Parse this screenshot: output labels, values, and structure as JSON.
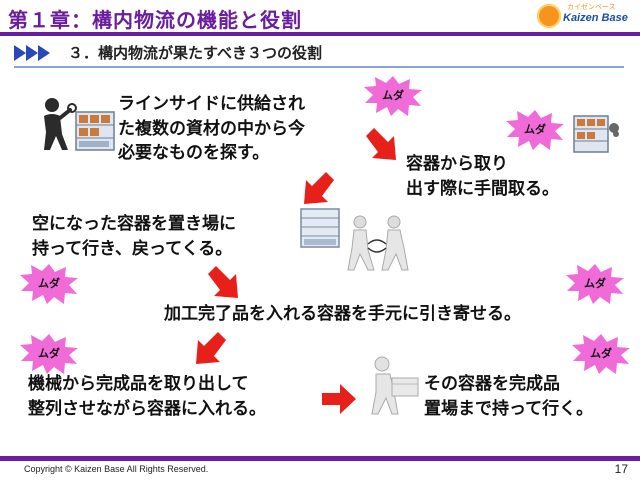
{
  "header": {
    "title": "第１章：構内物流の機能と役割",
    "logo_small": "カイゼンベース",
    "logo_text": "Kaizen Base"
  },
  "subtitle": "３．構内物流が果たすべき３つの役割",
  "steps": {
    "search": "ラインサイドに供給され\nた複数の資材の中から今\n必要なものを探す。",
    "take_out": "容器から取り\n出す際に手間取る。",
    "empty_return": "空になった容器を置き場に\n持って行き、戻ってくる。",
    "pull_container": "加工完了品を入れる容器を手元に引き寄せる。",
    "machine": "機械から完成品を取り出して\n整列させながら容器に入れる。",
    "carry": "その容器を完成品\n置場まで持って行く。"
  },
  "waste_label": "ムダ",
  "colors": {
    "accent": "#6a1d9c",
    "arrow": "#e8201a",
    "burst": "#f06ad8"
  },
  "icons": [
    "person-searching-icon",
    "shelf-boxes-icon",
    "shelf-hand-icon",
    "box-stack-icon",
    "two-people-exchange-icon",
    "person-carrying-box-icon"
  ],
  "footer": {
    "copyright": "Copyright ©  Kaizen Base  All Rights Reserved.",
    "page": "17"
  }
}
